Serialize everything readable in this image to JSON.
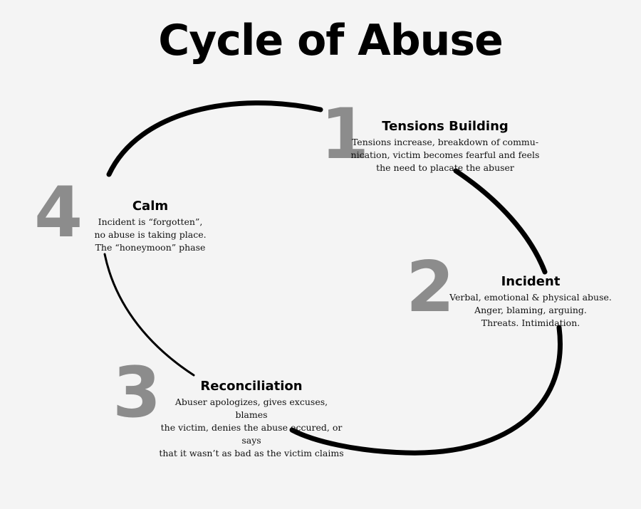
{
  "title": "Cycle of Abuse",
  "colors": {
    "background": "#f4f4f4",
    "number": "#8c8c8c",
    "arc": "#000000"
  },
  "stages": [
    {
      "number": "1",
      "heading": "Tensions Building",
      "lines": [
        "Tensions increase, breakdown of commu-",
        "nication, victim becomes fearful and feels",
        "the need to placate the abuser"
      ]
    },
    {
      "number": "2",
      "heading": "Incident",
      "lines": [
        "Verbal, emotional & physical abuse.",
        "Anger, blaming, arguing.",
        "Threats.  Intimidation."
      ]
    },
    {
      "number": "3",
      "heading": "Reconciliation",
      "lines": [
        "Abuser apologizes, gives excuses, blames",
        "the victim, denies the abuse occured, or says",
        "that it wasn’t as bad as the victim claims"
      ]
    },
    {
      "number": "4",
      "heading": "Calm",
      "lines": [
        "Incident is “forgotten”,",
        "no abuse is taking place.",
        "The “honeymoon” phase"
      ]
    }
  ]
}
